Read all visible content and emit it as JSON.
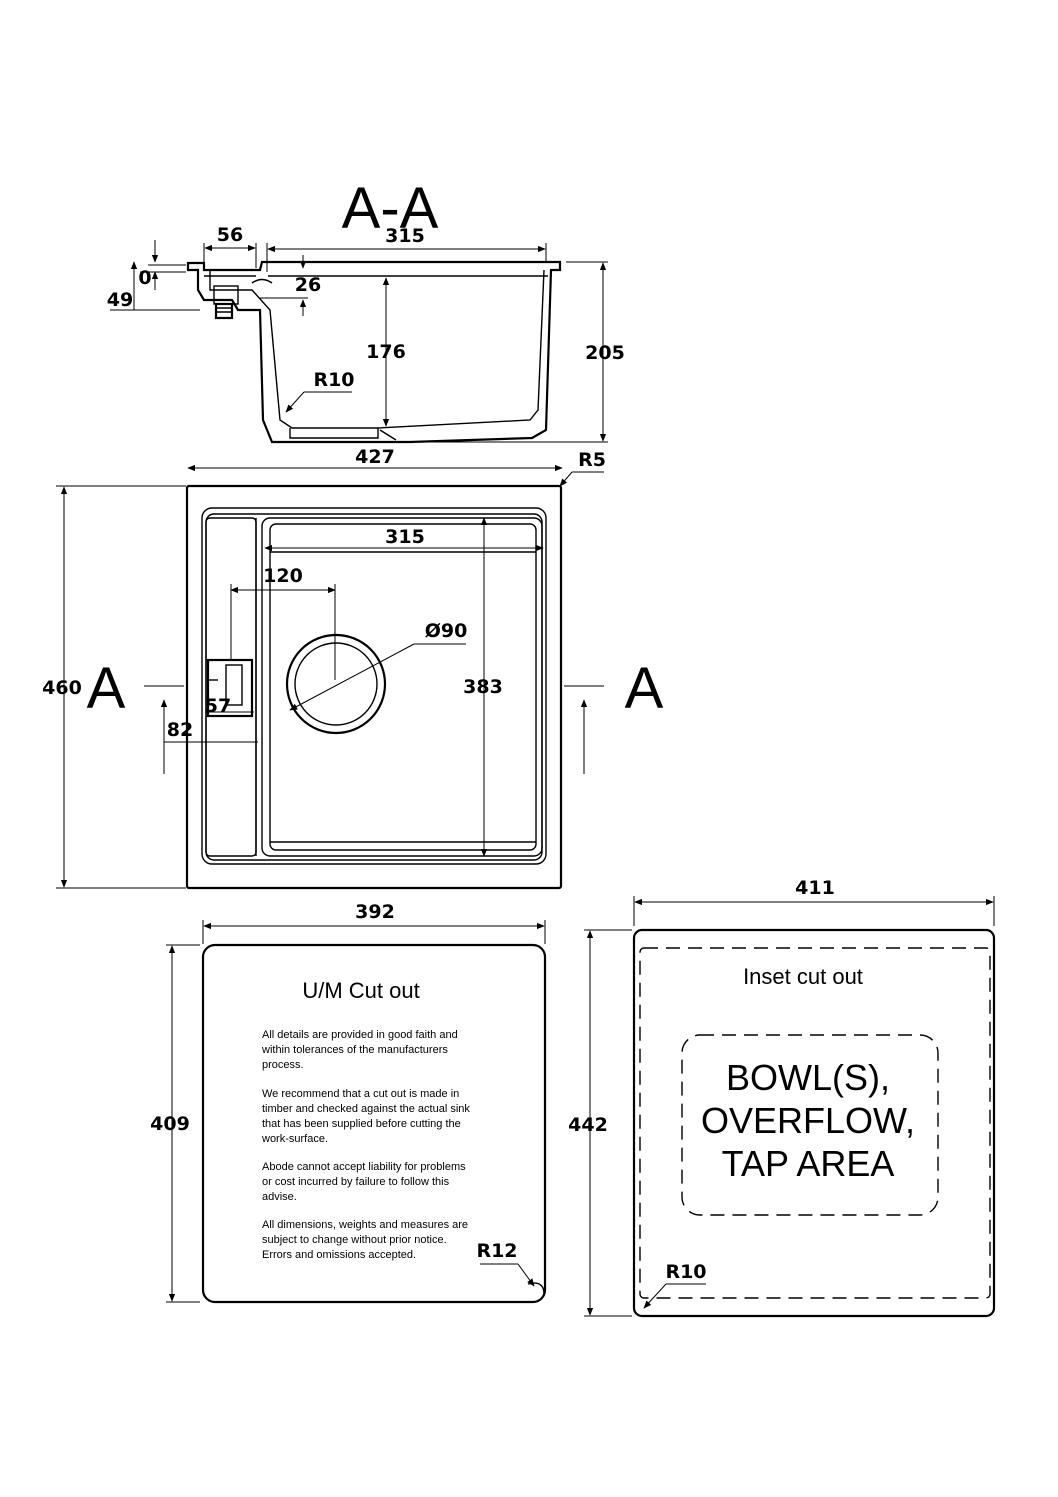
{
  "section": {
    "title": "A-A",
    "dim_56": "56",
    "dim_315": "315",
    "dim_0": "0",
    "dim_49": "49",
    "dim_26": "26",
    "dim_176": "176",
    "dim_205": "205",
    "radius": "R10"
  },
  "plan": {
    "dim_427": "427",
    "radius": "R5",
    "dim_315": "315",
    "dim_120": "120",
    "waste_dia": "Ø90",
    "dim_460": "460",
    "dim_383": "383",
    "dim_57": "57",
    "dim_82": "82",
    "section_marker_left": "A",
    "section_marker_right": "A"
  },
  "um_cutout": {
    "dim_width": "392",
    "dim_height": "409",
    "title": "U/M Cut out",
    "radius": "R12",
    "notes": [
      [
        "All details are provided in good faith and",
        "within tolerances of the manufacturers",
        "process."
      ],
      [
        "We recommend that a cut out is made in",
        "timber and checked against the actual sink",
        "that has been supplied before cutting the",
        "work-surface."
      ],
      [
        "Abode cannot accept liability for problems",
        "or cost incurred by failure to follow this",
        "advise."
      ],
      [
        "All dimensions, weights and measures are",
        "subject to change without prior notice.",
        "Errors and omissions accepted."
      ]
    ]
  },
  "inset_cutout": {
    "dim_width": "411",
    "dim_height": "442",
    "title": "Inset cut out",
    "area_lines": [
      "BOWL(S),",
      "OVERFLOW,",
      "TAP AREA"
    ],
    "radius": "R10"
  }
}
